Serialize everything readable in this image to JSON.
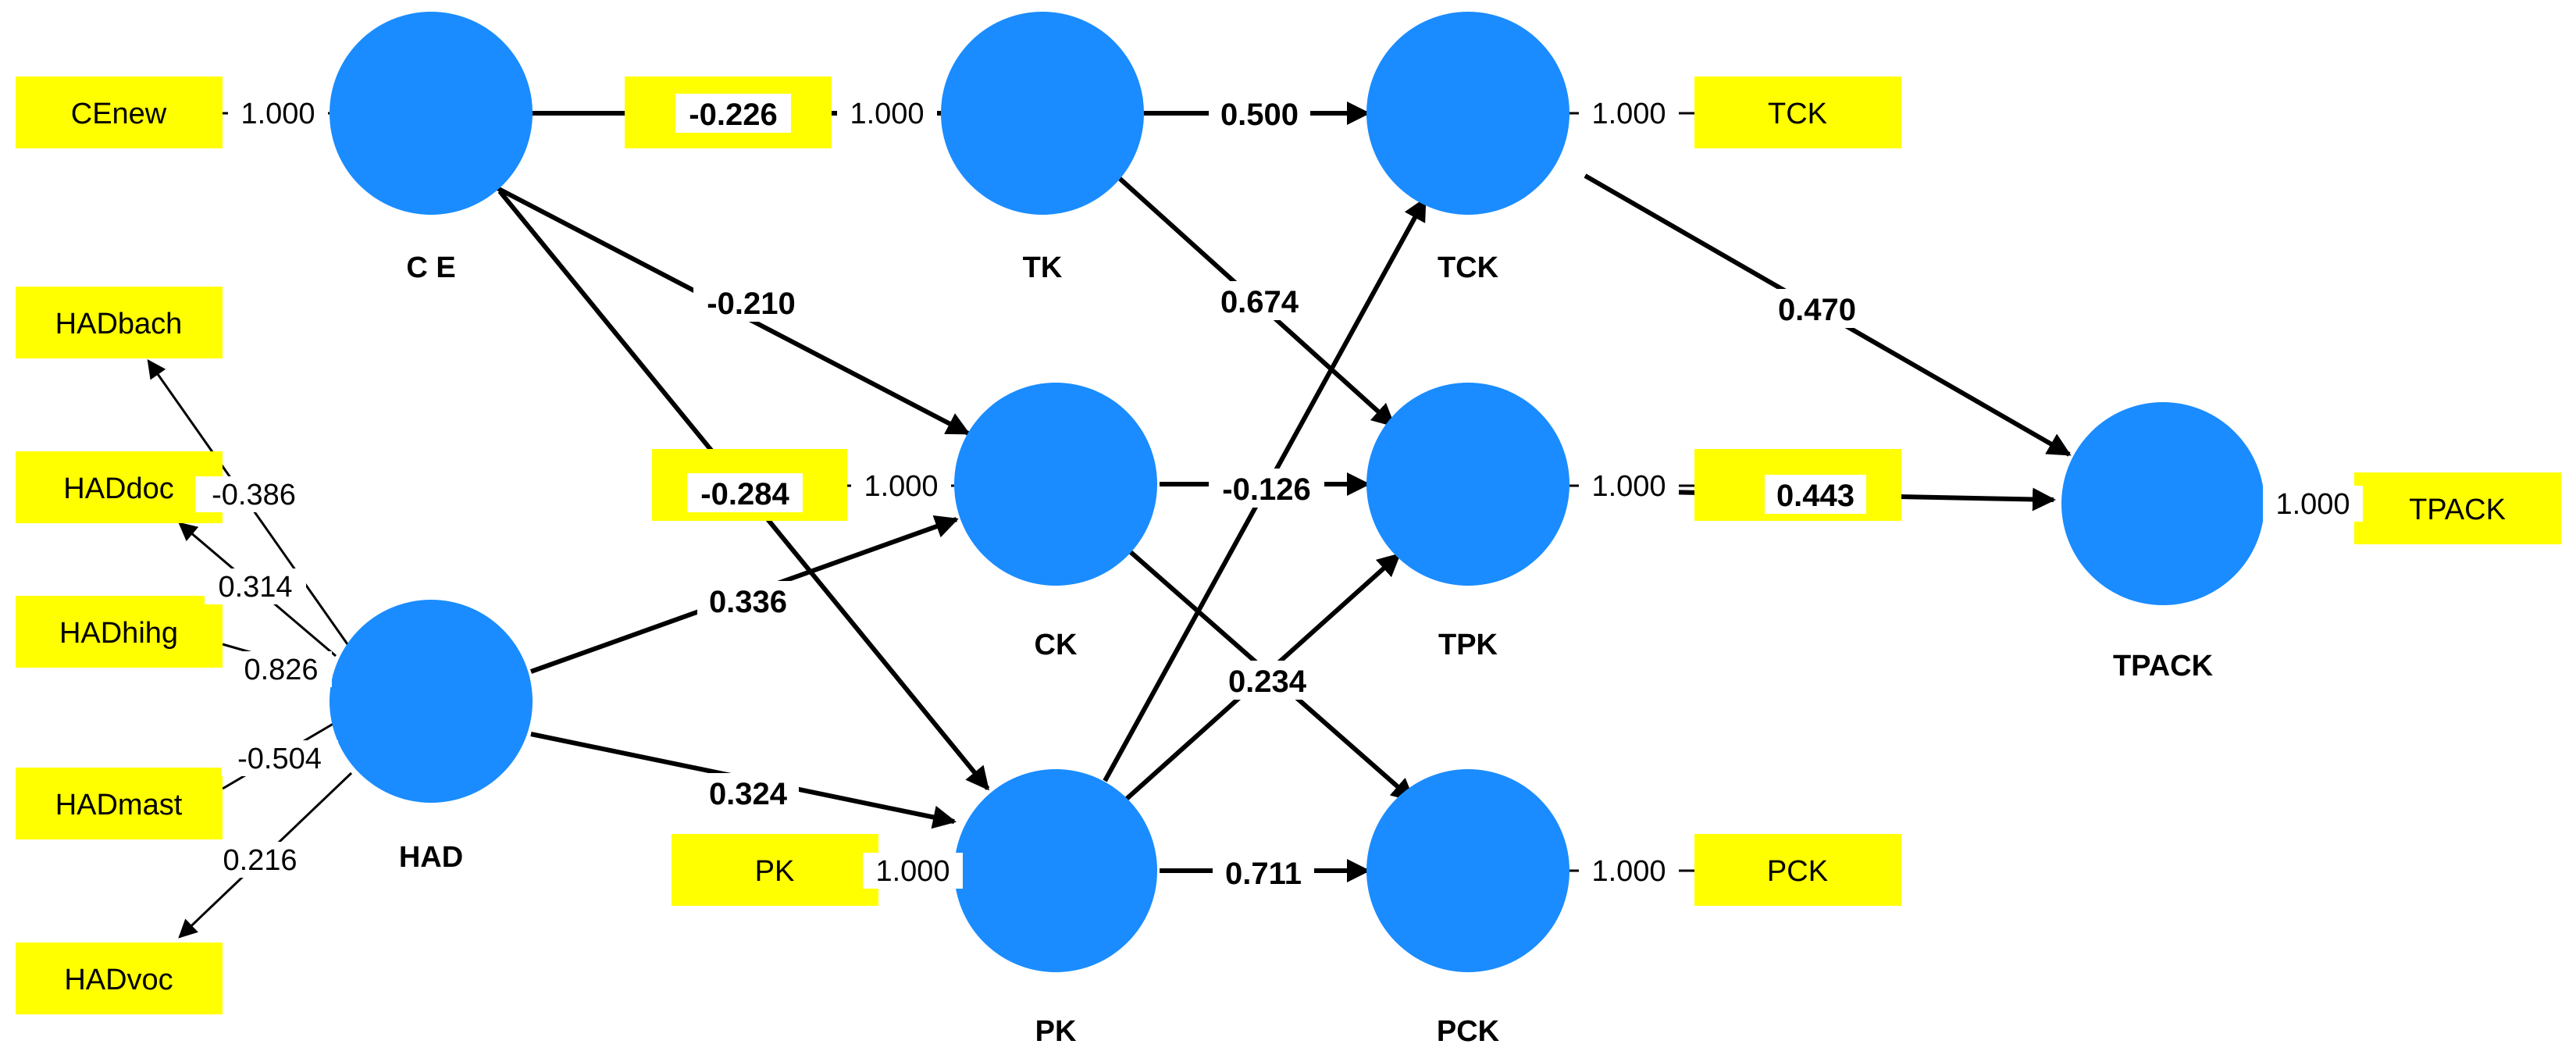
{
  "nodes": {
    "ce": "C E",
    "tk": "TK",
    "tck": "TCK",
    "had": "HAD",
    "ck": "CK",
    "tpk": "TPK",
    "pk": "PK",
    "pck": "PCK",
    "tpack": "TPACK"
  },
  "indicators": {
    "cenew": "CEnew",
    "hadbach": "HADbach",
    "haddoc": "HADdoc",
    "hadhihg": "HADhihg",
    "hadmast": "HADmast",
    "hadvoc": "HADvoc",
    "tck": "TCK",
    "tpack": "TPACK",
    "pk": "PK",
    "pck": "PCK"
  },
  "loadings": {
    "cenew": "1.000",
    "tk": "1.000",
    "tck": "1.000",
    "ck": "1.000",
    "tpk": "1.000",
    "pk": "1.000",
    "pck": "1.000",
    "tpack": "1.000",
    "hadbach": "-0.386",
    "haddoc": "0.314",
    "hadhihg": "0.826",
    "hadmast": "-0.504",
    "hadvoc": "0.216"
  },
  "paths": {
    "ce_tk": "-0.226",
    "ce_ck": "-0.210",
    "ce_pk": "-0.284",
    "tk_tck": "0.500",
    "tk_tpk": "0.674",
    "had_ck": "0.336",
    "had_pk": "0.324",
    "ck_tpk": "-0.126",
    "ck_pck": "0.234",
    "pk_tck": "",
    "pk_tpk": "",
    "pk_pck": "0.711",
    "tck_tpack": "0.470",
    "tpk_tpack": "0.443"
  },
  "colors": {
    "node": "#1a8cff",
    "indicator": "#ffff00",
    "edge": "#000000"
  }
}
